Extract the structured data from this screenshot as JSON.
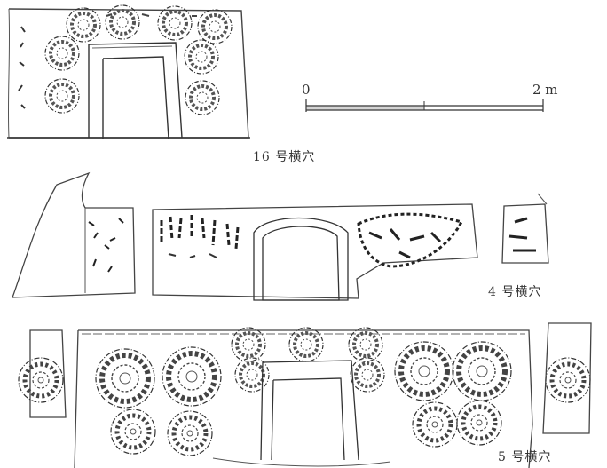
{
  "captions": {
    "tomb16": "16 号横穴",
    "tomb4": "4 号横穴",
    "tomb5": "5 号横穴"
  },
  "scale_bar": {
    "start_label": "0",
    "end_label": "2 m"
  }
}
